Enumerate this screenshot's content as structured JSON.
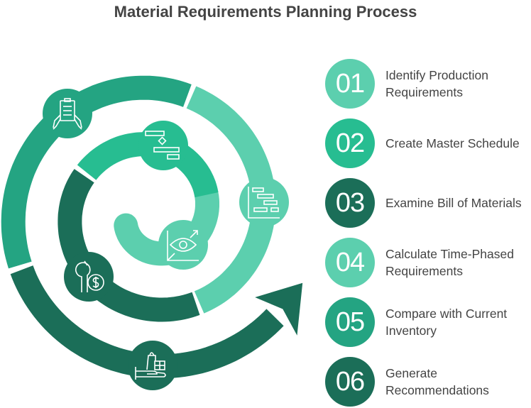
{
  "title": "Material Requirements Planning Process",
  "colors": {
    "light": "#5ccfae",
    "bright": "#27bd91",
    "medium": "#24a482",
    "dark": "#1b6e58"
  },
  "steps": [
    {
      "number": "01",
      "label": "Identify Production Requirements",
      "color": "#5ccfae"
    },
    {
      "number": "02",
      "label": "Create Master Schedule",
      "color": "#27bd91"
    },
    {
      "number": "03",
      "label": "Examine Bill of Materials",
      "color": "#1b6e58"
    },
    {
      "number": "04",
      "label": "Calculate Time-Phased Requirements",
      "color": "#5ccfae"
    },
    {
      "number": "05",
      "label": "Compare with Current Inventory",
      "color": "#24a482"
    },
    {
      "number": "06",
      "label": "Generate Recommendations",
      "color": "#1b6e58"
    }
  ],
  "icons": [
    "clipboard-hands-icon",
    "gantt-flow-icon",
    "gantt-chart-icon",
    "eye-chart-icon",
    "wrench-dollar-icon",
    "hand-gift-icon"
  ]
}
